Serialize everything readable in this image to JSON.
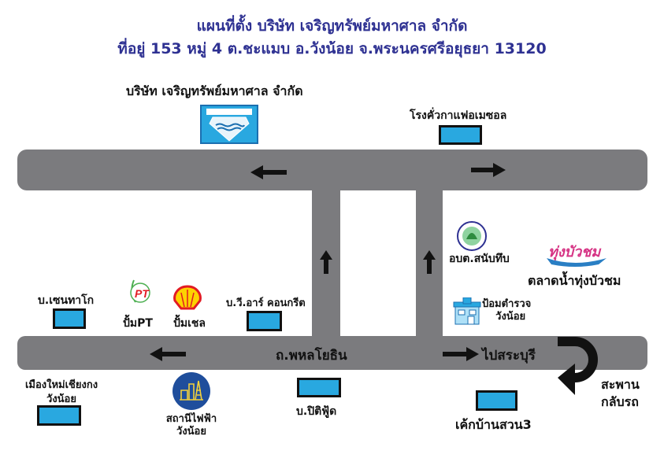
{
  "header": {
    "title": "แผนที่ตั้ง บริษัท เจริญทรัพย์มหาศาล จำกัด",
    "address": "ที่อยู่ 153 หมู่ 4 ต.ชะแมบ อ.วังน้อย จ.พระนครศรีอยุธยา 13120"
  },
  "company": {
    "label": "บริษัท เจริญทรัพย์มหาศาล จำกัด"
  },
  "roads": {
    "main": "ถ.พหลโยธิน",
    "to_saraburi": "ไปสระบุรี",
    "u_turn_line1": "สะพาน",
    "u_turn_line2": "กลับรถ"
  },
  "landmarks": {
    "coffee": "โรงคั่วกาแฟอเมซอล",
    "sentago": "บ.เซนทาโก",
    "pt": "ปั้มPT",
    "shell": "ปั้มเชล",
    "vr": "บ.วี.อาร์ คอนกรีต",
    "tambon": "อบต.สนับทึบ",
    "market": "ตลาดน้ำทุ่งบัวชม",
    "police_1": "ป้อมตำรวจ",
    "police_2": "วังน้อย",
    "muang_1": "เมืองใหม่เชียงกง",
    "muang_2": "วังน้อย",
    "power_1": "สถานีไฟฟ้า",
    "power_2": "วังน้อย",
    "pitti": "บ.ปิติฟู้ด",
    "cake": "เค้กบ้านสวน3"
  },
  "colors": {
    "title": "#2e3192",
    "road": "#7b7b7e",
    "marker": "#29a8e0"
  }
}
